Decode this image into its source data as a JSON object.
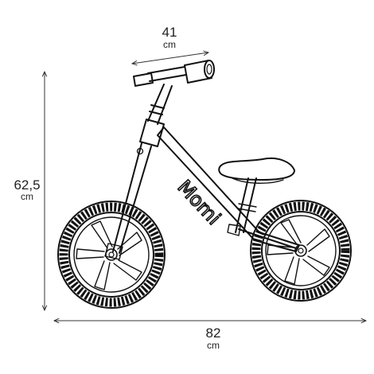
{
  "dimensions": {
    "handlebar_width": {
      "value": "41",
      "unit": "cm"
    },
    "height": {
      "value": "62,5",
      "unit": "cm"
    },
    "length": {
      "value": "82",
      "unit": "cm"
    }
  },
  "brand": {
    "logo": "Momi"
  },
  "colors": {
    "line": "#111111",
    "background": "#ffffff"
  }
}
